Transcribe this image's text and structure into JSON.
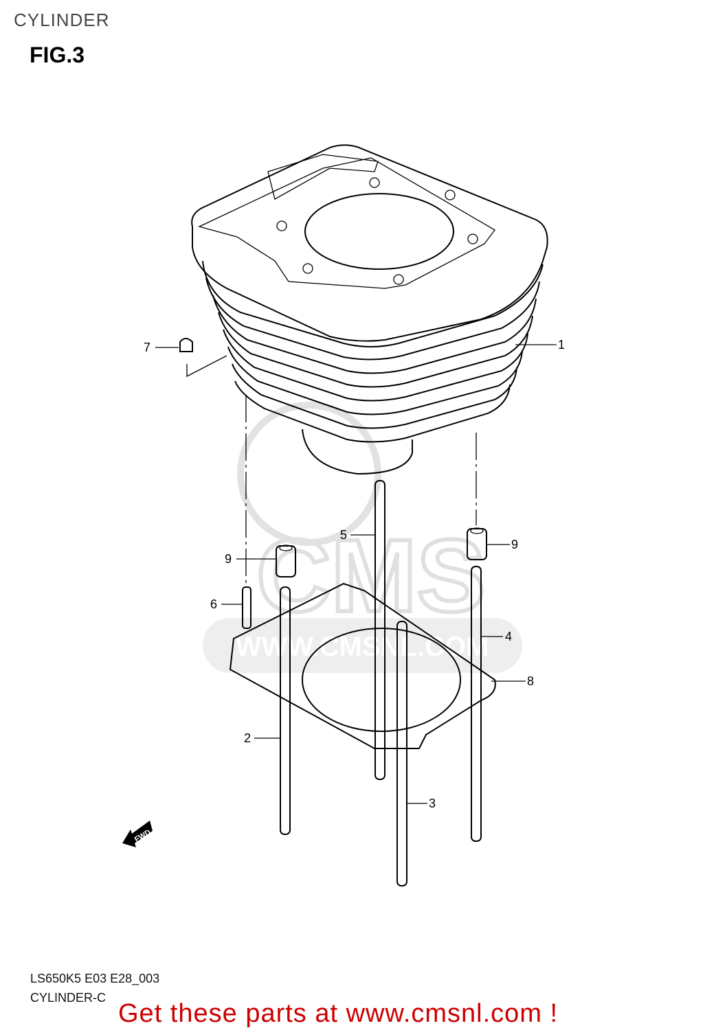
{
  "header": {
    "title": "CYLINDER",
    "figure": "FIG.3"
  },
  "watermark": {
    "logo": "CMS",
    "url": "WWW.CMSNL.COM"
  },
  "callouts": [
    "1",
    "7",
    "5",
    "9",
    "9",
    "6",
    "4",
    "8",
    "2",
    "3"
  ],
  "fwd_label": "FWD",
  "footer": {
    "code": "LS650K5 E03 E28_003",
    "name": "CYLINDER-C",
    "promo": "Get these parts at www.cmsnl.com !",
    "promo_color": "#cc0000"
  }
}
